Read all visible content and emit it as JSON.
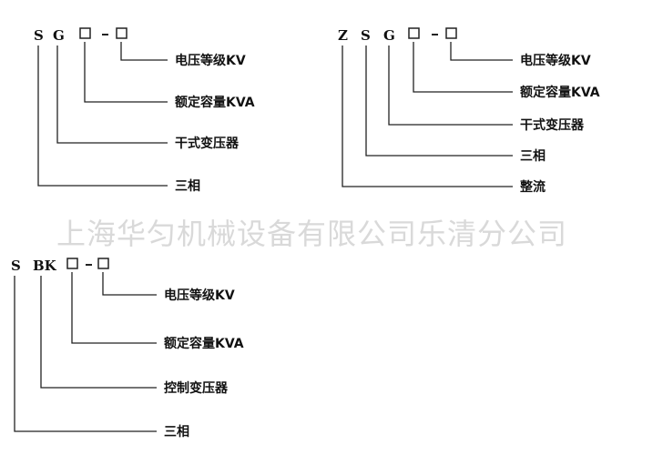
{
  "watermark": "上海华匀机械设备有限公司乐清分公司",
  "diagrams": [
    {
      "id": "sg",
      "code_letters": [
        "S",
        "G"
      ],
      "labels": [
        "电压等级KV",
        "额定容量KVA",
        "干式变压器",
        "三相"
      ]
    },
    {
      "id": "zsg",
      "code_letters": [
        "Z",
        "S",
        "G"
      ],
      "labels": [
        "电压等级KV",
        "额定容量KVA",
        "干式变压器",
        "三相",
        "整流"
      ]
    },
    {
      "id": "sbk",
      "code_letters": [
        "S",
        "BK"
      ],
      "labels": [
        "电压等级KV",
        "额定容量KVA",
        "控制变压器",
        "三相"
      ]
    }
  ]
}
